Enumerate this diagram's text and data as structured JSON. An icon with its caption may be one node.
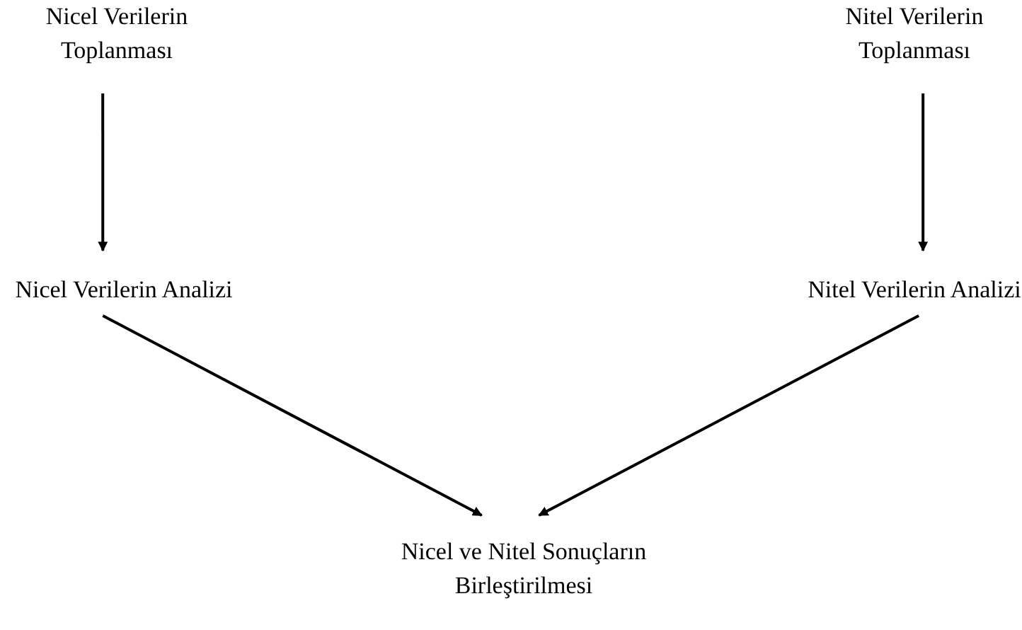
{
  "diagram": {
    "nodes": [
      {
        "text": [
          "Nicel Verilerin Toplanması"
        ]
      },
      {
        "text": [
          "Nitel Verilerin Toplanması"
        ]
      },
      {
        "text": [
          "Nicel Verilerin Analizi"
        ]
      },
      {
        "text": [
          "Nitel Verilerin Analizi"
        ]
      },
      {
        "text": [
          "Nicel ve Nitel Sonuçların Birleştirilmesi"
        ]
      }
    ],
    "edges": [
      {
        "from": 0,
        "to": 2,
        "arrow": "to"
      },
      {
        "from": 1,
        "to": 3,
        "arrow": "to"
      },
      {
        "from": 2,
        "to": 4,
        "arrow": "to"
      },
      {
        "from": 3,
        "to": 4,
        "arrow": "to"
      }
    ]
  }
}
